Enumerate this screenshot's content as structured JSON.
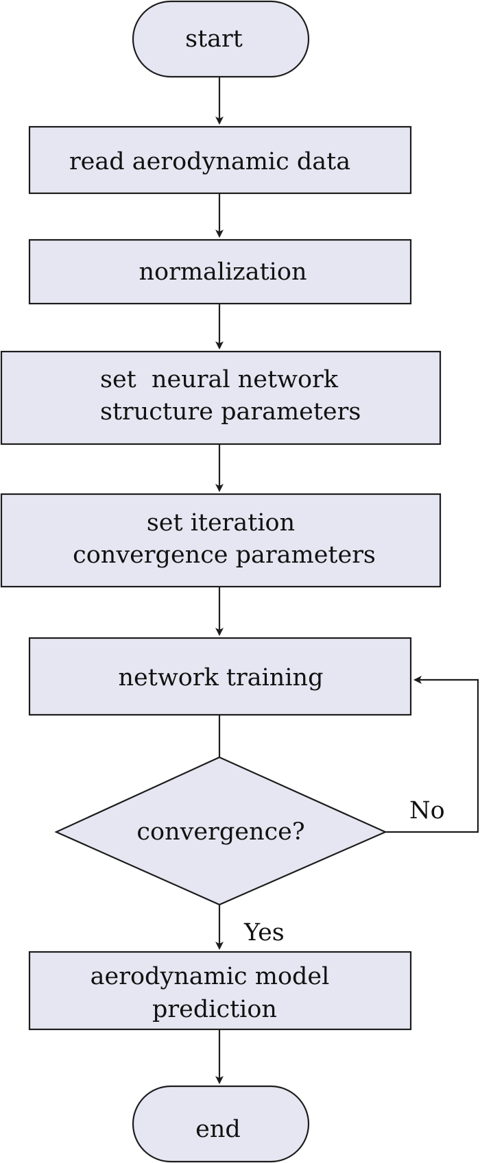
{
  "colors": {
    "node_fill": "#e6e6f2",
    "stroke": "#1c1c1c",
    "text": "#111111",
    "background": "#ffffff"
  },
  "nodes": {
    "start": {
      "shape": "terminal",
      "lines": [
        "start"
      ]
    },
    "read_data": {
      "shape": "process",
      "lines": [
        "read aerodynamic data"
      ]
    },
    "normalization": {
      "shape": "process",
      "lines": [
        "normalization"
      ]
    },
    "set_structure": {
      "shape": "process",
      "lines": [
        "set  neural network",
        "structure parameters"
      ]
    },
    "set_iteration": {
      "shape": "process",
      "lines": [
        "set iteration",
        "convergence parameters"
      ]
    },
    "training": {
      "shape": "process",
      "lines": [
        "network training"
      ]
    },
    "convergence": {
      "shape": "decision",
      "lines": [
        "convergence?"
      ]
    },
    "prediction": {
      "shape": "process",
      "lines": [
        "aerodynamic model",
        "prediction"
      ]
    },
    "end": {
      "shape": "terminal",
      "lines": [
        "end"
      ]
    }
  },
  "edges": [
    {
      "from": "start",
      "to": "read_data",
      "label": ""
    },
    {
      "from": "read_data",
      "to": "normalization",
      "label": ""
    },
    {
      "from": "normalization",
      "to": "set_structure",
      "label": ""
    },
    {
      "from": "set_structure",
      "to": "set_iteration",
      "label": ""
    },
    {
      "from": "set_iteration",
      "to": "training",
      "label": ""
    },
    {
      "from": "training",
      "to": "convergence",
      "label": ""
    },
    {
      "from": "convergence",
      "to": "training",
      "label": "No"
    },
    {
      "from": "convergence",
      "to": "prediction",
      "label": "Yes"
    },
    {
      "from": "prediction",
      "to": "end",
      "label": ""
    }
  ]
}
